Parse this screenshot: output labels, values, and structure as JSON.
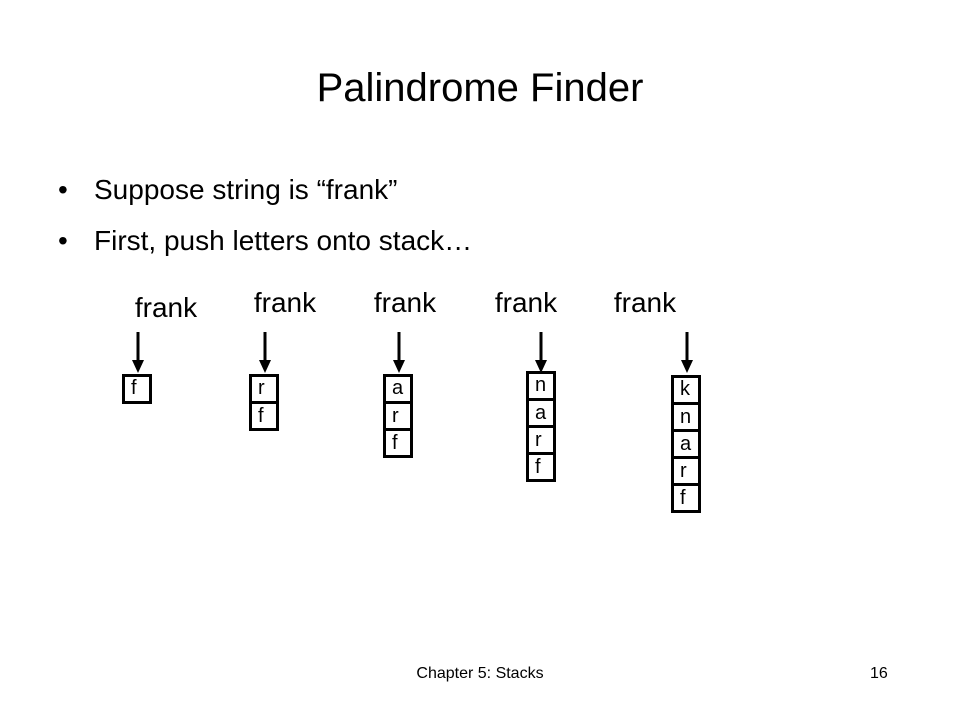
{
  "slide": {
    "title": "Palindrome Finder",
    "bullet_symbol": "•",
    "bullets": [
      "Suppose string is “frank”",
      "First, push letters onto stack…"
    ]
  },
  "stacks": [
    {
      "word": "frank",
      "letters": [
        "f"
      ]
    },
    {
      "word": "frank",
      "letters": [
        "r",
        "f"
      ]
    },
    {
      "word": "frank",
      "letters": [
        "a",
        "r",
        "f"
      ]
    },
    {
      "word": "frank",
      "letters": [
        "n",
        "a",
        "r",
        "f"
      ]
    },
    {
      "word": "frank",
      "letters": [
        "k",
        "n",
        "a",
        "r",
        "f"
      ]
    }
  ],
  "footer": {
    "chapter": "Chapter 5: Stacks",
    "page_number": "16"
  }
}
